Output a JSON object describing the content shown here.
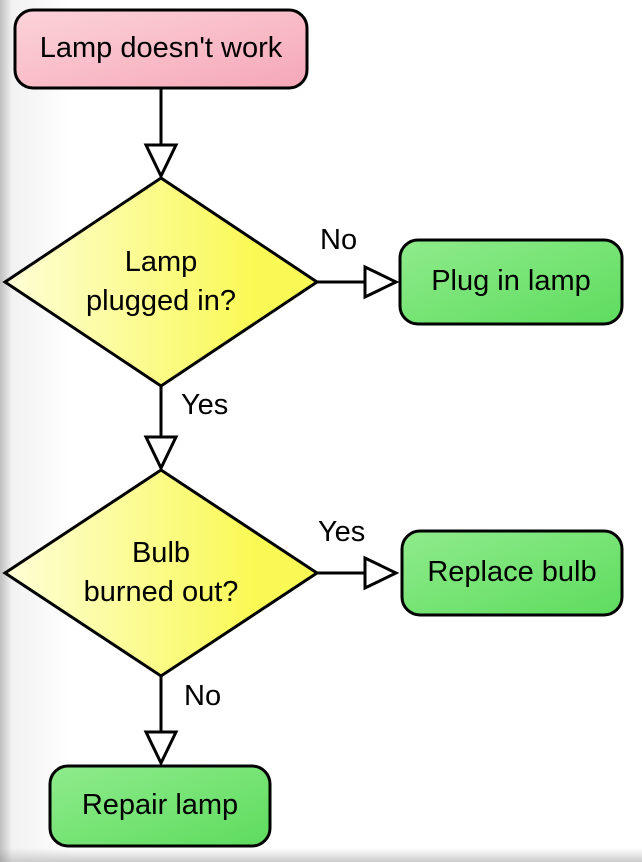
{
  "nodes": {
    "start": {
      "label": "Lamp doesn't work",
      "type": "terminal"
    },
    "decision_plugged": {
      "label": "Lamp\nplugged in?",
      "type": "decision"
    },
    "action_plug": {
      "label": "Plug in lamp",
      "type": "action"
    },
    "decision_bulb": {
      "label": "Bulb\nburned out?",
      "type": "decision"
    },
    "action_replace": {
      "label": "Replace bulb",
      "type": "action"
    },
    "action_repair": {
      "label": "Repair lamp",
      "type": "action"
    }
  },
  "edge_labels": {
    "plugged_no": "No",
    "plugged_yes": "Yes",
    "bulb_yes": "Yes",
    "bulb_no": "No"
  },
  "colors": {
    "stroke": "#000000",
    "pink": "#f5a7b6",
    "pink_light": "#fcd3da",
    "yellow": "#f9f955",
    "yellow_light": "#fefed8",
    "green": "#5edc5e",
    "green_light": "#8feb8c",
    "background": "#ffffff"
  }
}
